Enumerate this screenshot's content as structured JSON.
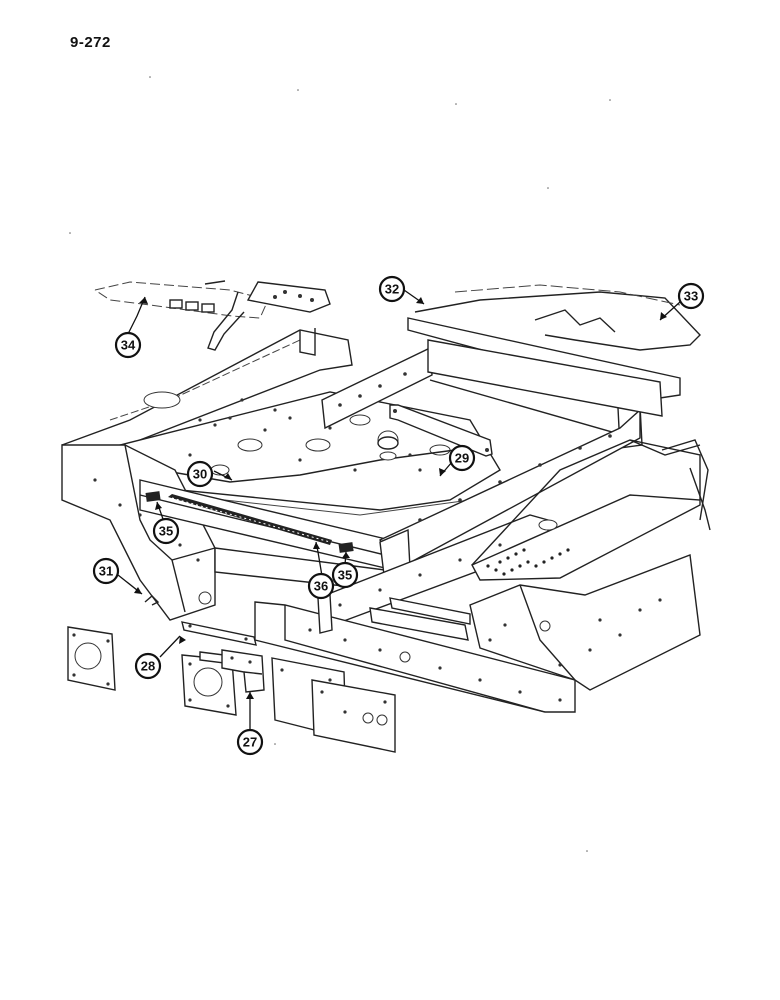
{
  "page": {
    "number": "9-272"
  },
  "callouts": [
    {
      "id": "c27",
      "label": "27"
    },
    {
      "id": "c28",
      "label": "28"
    },
    {
      "id": "c29",
      "label": "29"
    },
    {
      "id": "c30",
      "label": "30"
    },
    {
      "id": "c31",
      "label": "31"
    },
    {
      "id": "c32",
      "label": "32"
    },
    {
      "id": "c33",
      "label": "33"
    },
    {
      "id": "c34",
      "label": "34"
    },
    {
      "id": "c35a",
      "label": "35"
    },
    {
      "id": "c35b",
      "label": "35"
    },
    {
      "id": "c36",
      "label": "36"
    }
  ]
}
